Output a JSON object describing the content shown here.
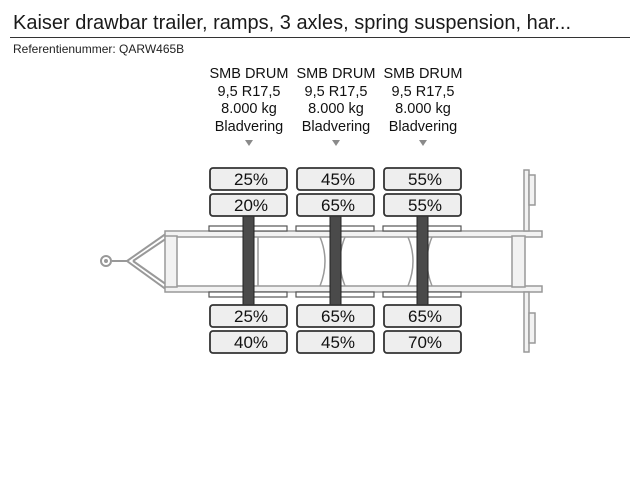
{
  "header": {
    "title": "Kaiser drawbar trailer, ramps, 3 axles, spring suspension, har...",
    "reference": "Referentienummer: QARW465B"
  },
  "axles": [
    {
      "brake": "SMB DRUM",
      "tire": "9,5 R17,5",
      "load": "8.000 kg",
      "suspension": "Bladvering",
      "wear": {
        "left_outer": "25%",
        "left_inner": "20%",
        "right_inner": "25%",
        "right_outer": "40%"
      }
    },
    {
      "brake": "SMB DRUM",
      "tire": "9,5 R17,5",
      "load": "8.000 kg",
      "suspension": "Bladvering",
      "wear": {
        "left_outer": "45%",
        "left_inner": "65%",
        "right_inner": "65%",
        "right_outer": "45%"
      }
    },
    {
      "brake": "SMB DRUM",
      "tire": "9,5 R17,5",
      "load": "8.000 kg",
      "suspension": "Bladvering",
      "wear": {
        "left_outer": "55%",
        "left_inner": "55%",
        "right_inner": "65%",
        "right_outer": "70%"
      }
    }
  ],
  "colors": {
    "frame": "#999999",
    "frame_fill": "#f2f2f2",
    "axle": "#4a4a4a",
    "tire_fill": "#eeeeee",
    "tire_stroke": "#333333"
  },
  "icons": {
    "axle_marker": "triangle-down-icon",
    "drawbar_eye": "ring-icon"
  }
}
